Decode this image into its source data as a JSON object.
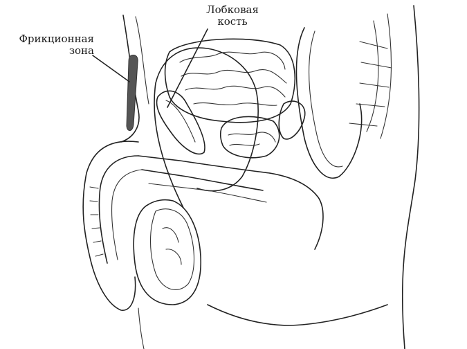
{
  "labels": {
    "friction_zone": {
      "line1": "Фрикционная",
      "line2": "зона"
    },
    "pubic_bone": {
      "line1": "Лобковая",
      "line2": "кость"
    }
  },
  "colors": {
    "line": "#222222",
    "zone_marker": "#555555",
    "background": "#ffffff"
  }
}
